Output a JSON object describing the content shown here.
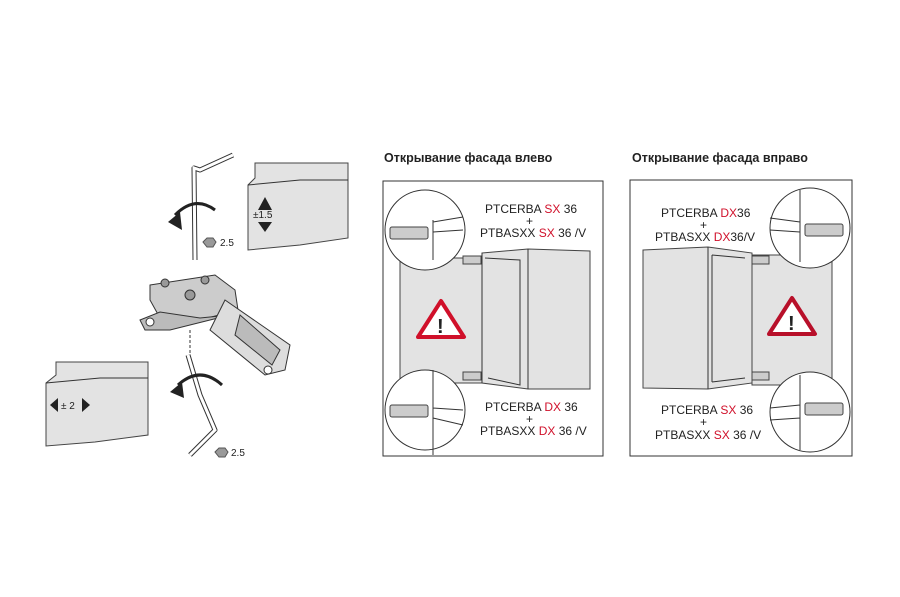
{
  "adjust": {
    "vertical_label": "±1.5",
    "horizontal_label": "± 2",
    "hex_key_top": "2.5",
    "hex_key_bottom": "2.5"
  },
  "left_panel": {
    "title": "Открывание фасада влево",
    "top": {
      "line1_prefix": "PTCERBA",
      "line1_side": "SX",
      "line1_suffix": "36",
      "plus": "+",
      "line2_prefix": "PTBASXX",
      "line2_side": "SX",
      "line2_suffix": "36 /V"
    },
    "bottom": {
      "line1_prefix": "PTCERBA",
      "line1_side": "DX",
      "line1_suffix": "36",
      "plus": "+",
      "line2_prefix": "PTBASXX",
      "line2_side": "DX",
      "line2_suffix": "36 /V"
    }
  },
  "right_panel": {
    "title": "Открывание фасада вправо",
    "top": {
      "line1_prefix": "PTCERBA",
      "line1_side": "DX",
      "line1_suffix": "36",
      "plus": "+",
      "line2_prefix": "PTBASXX",
      "line2_side": "DX",
      "line2_suffix": "36/V"
    },
    "bottom": {
      "line1_prefix": "PTCERBA",
      "line1_side": "SX",
      "line1_suffix": "36",
      "plus": "+",
      "line2_prefix": "PTBASXX",
      "line2_side": "SX",
      "line2_suffix": "36 /V"
    }
  },
  "colors": {
    "accent_red": "#d0102a",
    "panel_gray": "#e3e3e3"
  }
}
